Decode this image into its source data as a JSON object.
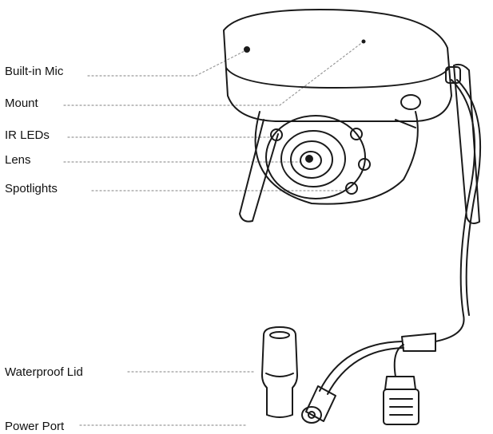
{
  "labels": {
    "mic": "Built-in Mic",
    "mount": "Mount",
    "ir": "IR LEDs",
    "lens": "Lens",
    "spot": "Spotlights",
    "lid": "Waterproof Lid",
    "power": "Power Port"
  },
  "colors": {
    "line": "#1a1a1a",
    "leader": "#9a9a9a",
    "text": "#111111",
    "background": "#ffffff"
  }
}
